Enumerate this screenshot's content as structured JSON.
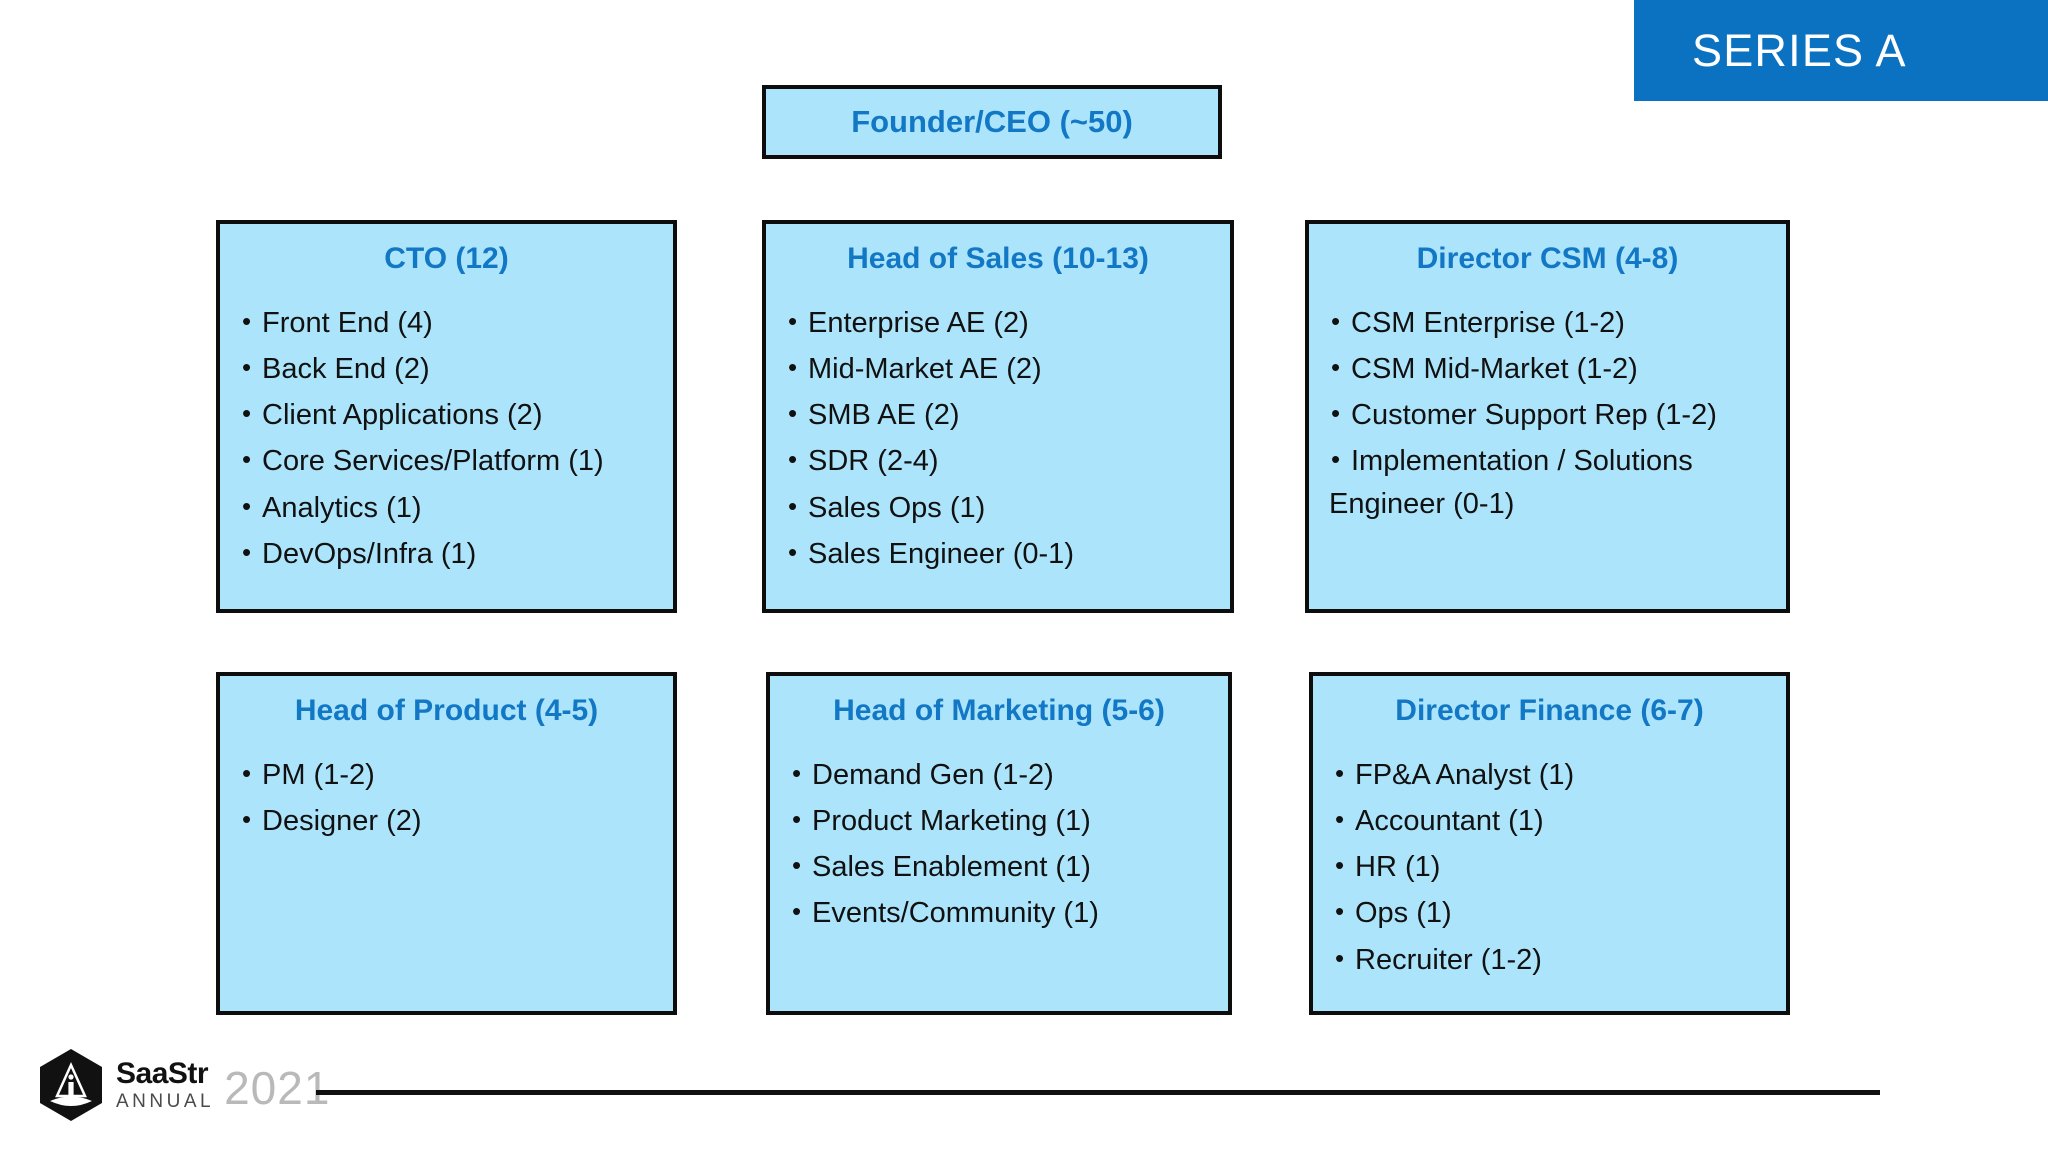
{
  "banner": {
    "label": "SERIES A",
    "background": "#0a72c0",
    "text_color": "#ffffff"
  },
  "theme": {
    "box_fill": "#ace5fb",
    "box_border": "#0d0d0d",
    "title_color": "#1277c4",
    "body_color": "#111111"
  },
  "org_chart": {
    "root": {
      "title": "Founder/CEO (~50)"
    },
    "nodes": [
      {
        "id": "cto",
        "title": "CTO (12)",
        "items": [
          "Front End (4)",
          "Back End (2)",
          "Client Applications (2)",
          "Core Services/Platform (1)",
          "Analytics (1)",
          "DevOps/Infra (1)"
        ]
      },
      {
        "id": "sales",
        "title": "Head of Sales (10-13)",
        "items": [
          "Enterprise AE (2)",
          "Mid-Market AE (2)",
          "SMB AE (2)",
          "SDR (2-4)",
          "Sales Ops (1)",
          "Sales Engineer (0-1)"
        ]
      },
      {
        "id": "csm",
        "title": "Director CSM (4-8)",
        "items": [
          "CSM Enterprise (1-2)",
          "CSM Mid-Market (1-2)",
          "Customer Support Rep (1-2)",
          "Implementation / Solutions",
          "Engineer (0-1)"
        ]
      },
      {
        "id": "product",
        "title": "Head of Product (4-5)",
        "items": [
          "PM (1-2)",
          "Designer (2)"
        ]
      },
      {
        "id": "marketing",
        "title": "Head of Marketing (5-6)",
        "items": [
          "Demand Gen (1-2)",
          "Product Marketing (1)",
          "Sales Enablement (1)",
          "Events/Community (1)"
        ]
      },
      {
        "id": "finance",
        "title": "Director Finance (6-7)",
        "items": [
          "FP&A Analyst (1)",
          "Accountant (1)",
          "HR (1)",
          "Ops (1)",
          "Recruiter (1-2)"
        ]
      }
    ]
  },
  "footer": {
    "brand": "SaaStr",
    "subtitle": "ANNUAL",
    "year": "2021"
  }
}
